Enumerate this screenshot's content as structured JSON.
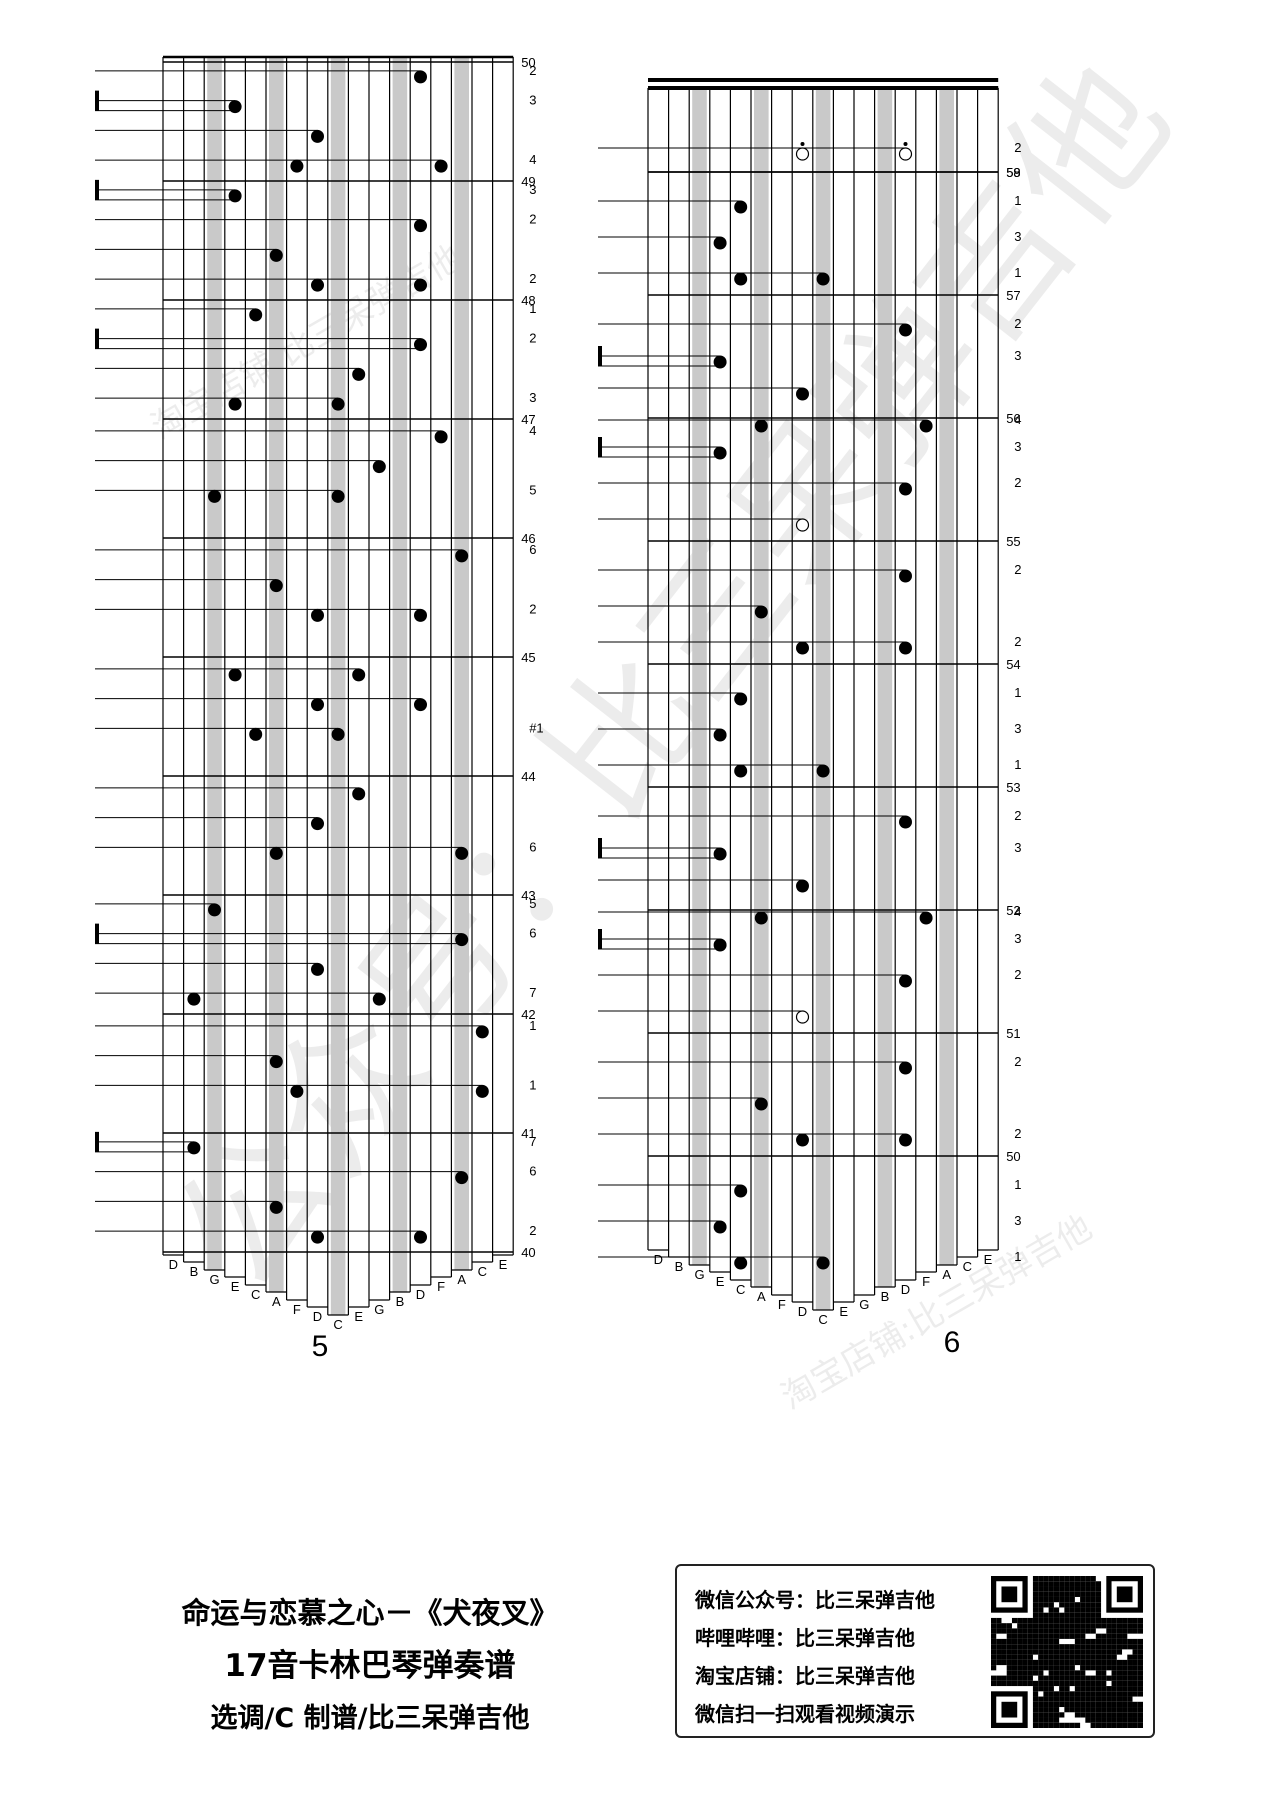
{
  "left_panel": {
    "page_number": "5",
    "key_labels": [
      "D",
      "B",
      "G",
      "E",
      "C",
      "A",
      "F",
      "D",
      "C",
      "E",
      "G",
      "B",
      "D",
      "F",
      "A",
      "C",
      "E"
    ],
    "measures": [
      {
        "number": "50",
        "notes": [
          {
            "label": "2",
            "keys": [
              12
            ]
          },
          {
            "label": "3",
            "keys": [
              3
            ],
            "bracket": true
          },
          {
            "label": "",
            "keys": [
              7
            ]
          },
          {
            "label": "4",
            "keys": [
              6,
              13
            ]
          }
        ]
      },
      {
        "number": "49",
        "notes": [
          {
            "label": "3",
            "keys": [
              3
            ],
            "bracket": true
          },
          {
            "label": "2",
            "keys": [
              12
            ]
          },
          {
            "label": "",
            "keys": [
              5
            ]
          },
          {
            "label": "2",
            "keys": [
              7,
              12
            ]
          }
        ]
      },
      {
        "number": "48",
        "notes": [
          {
            "label": "1",
            "keys": [
              4
            ]
          },
          {
            "label": "2",
            "keys": [
              12
            ],
            "bracket": true
          },
          {
            "label": "",
            "keys": [
              9
            ]
          },
          {
            "label": "3",
            "keys": [
              3,
              8
            ]
          }
        ]
      },
      {
        "number": "47",
        "notes": [
          {
            "label": "4",
            "keys": [
              13
            ]
          },
          {
            "label": "",
            "keys": [
              10
            ]
          },
          {
            "label": "5",
            "keys": [
              2,
              8
            ]
          }
        ]
      },
      {
        "number": "46",
        "notes": [
          {
            "label": "6",
            "keys": [
              14
            ]
          },
          {
            "label": "",
            "keys": [
              5
            ]
          },
          {
            "label": "2",
            "keys": [
              7,
              12
            ]
          }
        ]
      },
      {
        "number": "45",
        "notes": [
          {
            "label": "",
            "keys": [
              3,
              9
            ]
          },
          {
            "label": "",
            "keys": [
              7,
              12
            ]
          },
          {
            "label": "#1",
            "keys": [
              4,
              8
            ]
          }
        ]
      },
      {
        "number": "44",
        "notes": [
          {
            "label": "",
            "keys": [
              9
            ]
          },
          {
            "label": "",
            "keys": [
              7
            ]
          },
          {
            "label": "6",
            "keys": [
              5,
              14
            ]
          }
        ]
      },
      {
        "number": "43",
        "notes": [
          {
            "label": "5",
            "keys": [
              2
            ]
          },
          {
            "label": "6",
            "keys": [
              14
            ],
            "bracket": true
          },
          {
            "label": "",
            "keys": [
              7
            ]
          },
          {
            "label": "7",
            "keys": [
              1,
              10
            ]
          }
        ]
      },
      {
        "number": "42",
        "notes": [
          {
            "label": "1",
            "keys": [
              15
            ]
          },
          {
            "label": "",
            "keys": [
              5
            ]
          },
          {
            "label": "1",
            "keys": [
              6,
              15
            ]
          }
        ]
      },
      {
        "number": "41",
        "notes": [
          {
            "label": "7",
            "keys": [
              1
            ],
            "bracket": true
          },
          {
            "label": "6",
            "keys": [
              14
            ]
          },
          {
            "label": "",
            "keys": [
              5
            ]
          },
          {
            "label": "2",
            "keys": [
              7,
              12
            ]
          }
        ]
      },
      {
        "number": "40",
        "notes": []
      }
    ]
  },
  "right_panel": {
    "page_number": "6",
    "key_labels": [
      "D",
      "B",
      "G",
      "E",
      "C",
      "A",
      "F",
      "D",
      "C",
      "E",
      "G",
      "B",
      "D",
      "F",
      "A",
      "C",
      "E"
    ],
    "measures": [
      {
        "number": "59",
        "pickup": true,
        "notes": [
          {
            "label": "2",
            "keys": [
              7,
              12
            ],
            "open": true,
            "dot_above": true
          }
        ]
      },
      {
        "number": "58",
        "notes": [
          {
            "label": "1",
            "keys": [
              4
            ]
          },
          {
            "label": "3",
            "keys": [
              3
            ]
          },
          {
            "label": "1",
            "keys": [
              4,
              8
            ]
          }
        ]
      },
      {
        "number": "57",
        "notes": [
          {
            "label": "2",
            "keys": [
              12
            ]
          },
          {
            "label": "3",
            "keys": [
              3
            ],
            "bracket": true
          },
          {
            "label": "",
            "keys": [
              7
            ]
          },
          {
            "label": "4",
            "keys": [
              5,
              13
            ]
          }
        ]
      },
      {
        "number": "56",
        "notes": [
          {
            "label": "3",
            "keys": [
              3
            ],
            "bracket": true
          },
          {
            "label": "2",
            "keys": [
              12
            ]
          },
          {
            "label": "",
            "keys": [
              7
            ],
            "open": true
          }
        ]
      },
      {
        "number": "55",
        "notes": [
          {
            "label": "2",
            "keys": [
              12
            ]
          },
          {
            "label": "",
            "keys": [
              5
            ]
          },
          {
            "label": "2",
            "keys": [
              7,
              12
            ]
          }
        ]
      },
      {
        "number": "54",
        "notes": [
          {
            "label": "1",
            "keys": [
              4
            ]
          },
          {
            "label": "3",
            "keys": [
              3
            ]
          },
          {
            "label": "1",
            "keys": [
              4,
              8
            ]
          }
        ]
      },
      {
        "number": "53",
        "notes": [
          {
            "label": "2",
            "keys": [
              12
            ]
          },
          {
            "label": "3",
            "keys": [
              3
            ],
            "bracket": true
          },
          {
            "label": "",
            "keys": [
              7
            ]
          },
          {
            "label": "4",
            "keys": [
              5,
              13
            ]
          }
        ]
      },
      {
        "number": "52",
        "notes": [
          {
            "label": "3",
            "keys": [
              3
            ],
            "bracket": true
          },
          {
            "label": "2",
            "keys": [
              12
            ]
          },
          {
            "label": "",
            "keys": [
              7
            ],
            "open": true
          }
        ]
      },
      {
        "number": "51",
        "notes": [
          {
            "label": "2",
            "keys": [
              12
            ]
          },
          {
            "label": "",
            "keys": [
              5
            ]
          },
          {
            "label": "2",
            "keys": [
              7,
              12
            ]
          }
        ]
      },
      {
        "number": "50",
        "notes": [
          {
            "label": "1",
            "keys": [
              4
            ]
          },
          {
            "label": "3",
            "keys": [
              3
            ]
          },
          {
            "label": "1",
            "keys": [
              4,
              8
            ]
          }
        ]
      }
    ]
  },
  "title": {
    "line1": "命运与恋慕之心－《犬夜叉》",
    "line2": "17音卡林巴琴弹奏谱",
    "line3": "选调/C  制谱/比三呆弹吉他"
  },
  "info": {
    "wechat": "微信公众号：比三呆弹吉他",
    "bilibili": "哔哩哔哩：比三呆弹吉他",
    "taobao": "淘宝店铺：比三呆弹吉他",
    "scan": "微信扫一扫观看视频演示",
    "qr_icon": "qr-code-icon"
  },
  "watermark": {
    "large": "公众号：比三呆弹吉他",
    "small": "淘宝店铺:比三呆弹吉他"
  }
}
